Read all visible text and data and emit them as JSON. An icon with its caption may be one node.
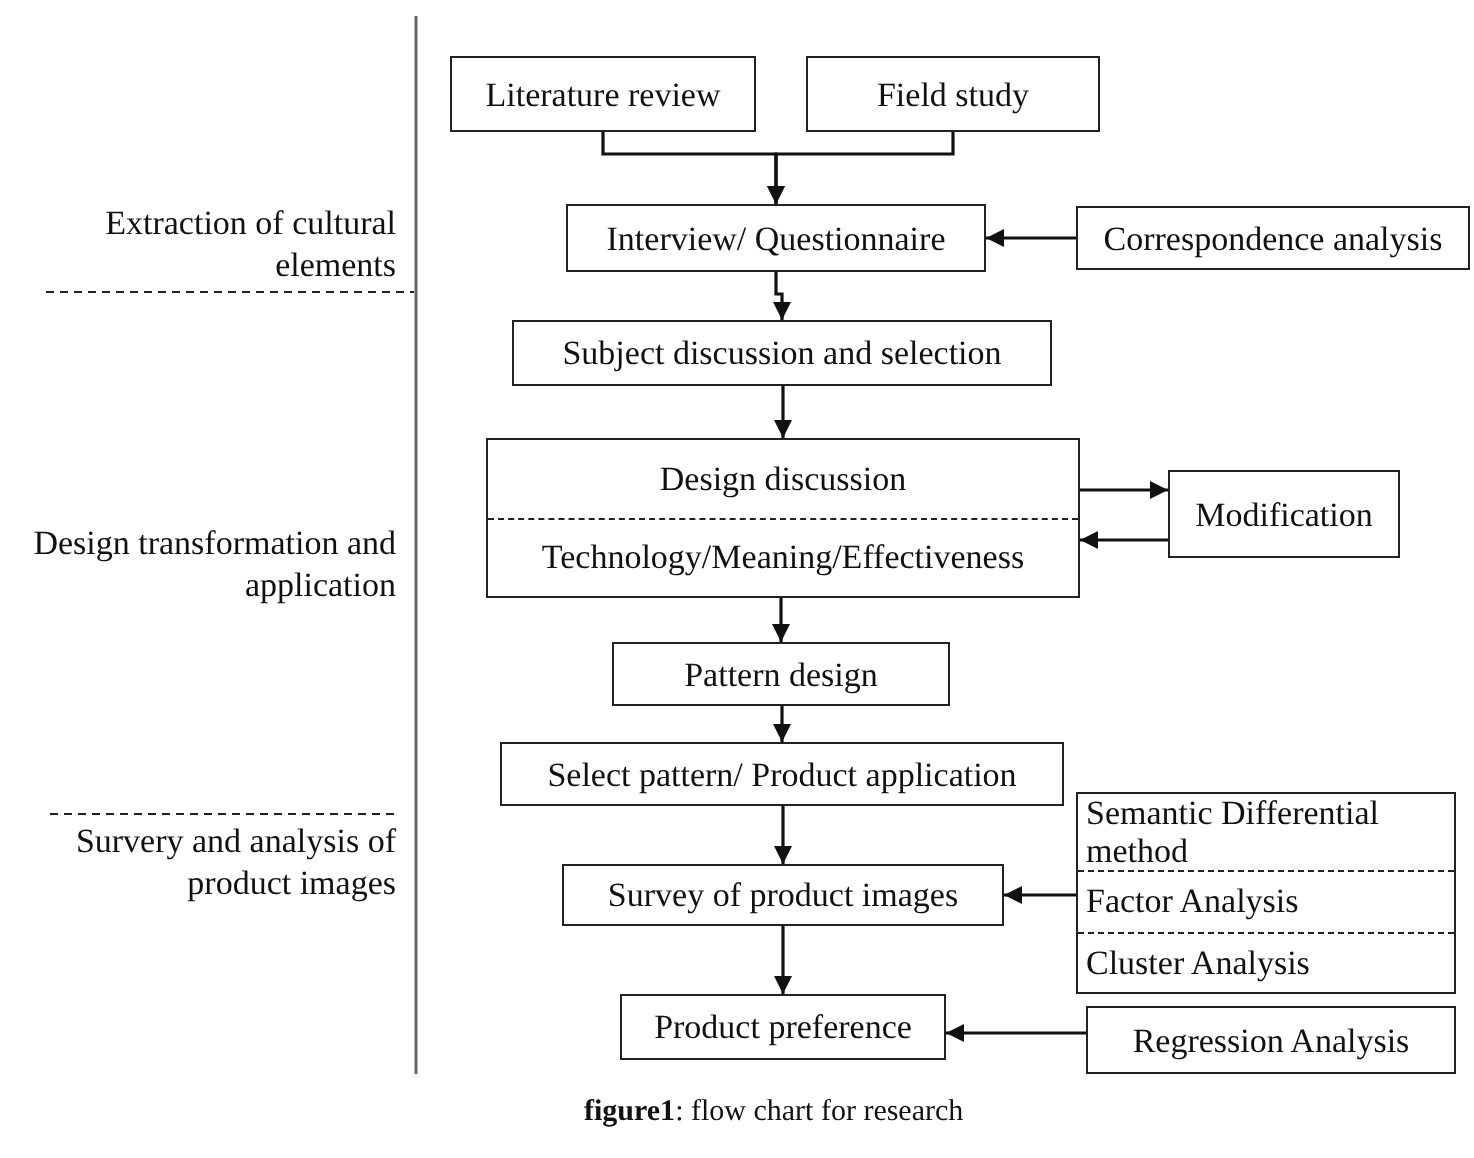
{
  "diagram": {
    "caption": "**figure1**: flow chart for research",
    "nodes": [
      {
        "text": [
          "Literature review"
        ]
      },
      {
        "text": [
          "Field study"
        ]
      },
      {
        "text": [
          "Interview/ Questionnaire"
        ]
      },
      {
        "text": [
          "Correspondence analysis"
        ]
      },
      {
        "text": [
          "Subject discussion and selection"
        ]
      },
      {
        "text": [
          "Design discussion",
          "Technology/Meaning/Effectiveness"
        ]
      },
      {
        "text": [
          "Modification"
        ]
      },
      {
        "text": [
          "Pattern design"
        ]
      },
      {
        "text": [
          "Select pattern/ Product application"
        ]
      },
      {
        "text": [
          "Survey of product images"
        ]
      },
      {
        "text": [
          "Semantic Differential method",
          "Factor Analysis",
          "Cluster Analysis"
        ]
      },
      {
        "text": [
          "Product preference"
        ]
      },
      {
        "text": [
          "Regression Analysis"
        ]
      }
    ],
    "edges": [
      {
        "from": 0,
        "to": 2,
        "arrow": "to"
      },
      {
        "from": 1,
        "to": 2,
        "arrow": "to"
      },
      {
        "from": 3,
        "to": 2,
        "arrow": "to"
      },
      {
        "from": 2,
        "to": 4,
        "arrow": "to"
      },
      {
        "from": 4,
        "to": 5,
        "arrow": "to"
      },
      {
        "from": 5,
        "to": 6,
        "arrow": "to"
      },
      {
        "from": 6,
        "to": 5,
        "arrow": "to"
      },
      {
        "from": 5,
        "to": 7,
        "arrow": "to"
      },
      {
        "from": 7,
        "to": 8,
        "arrow": "to"
      },
      {
        "from": 8,
        "to": 9,
        "arrow": "to"
      },
      {
        "from": 10,
        "to": 9,
        "arrow": "to"
      },
      {
        "from": 9,
        "to": 11,
        "arrow": "to"
      },
      {
        "from": 12,
        "to": 11,
        "arrow": "to"
      }
    ],
    "labels": [
      "Extraction of cultural elements",
      "Design transformation and application",
      "Survery and analysis of product images"
    ]
  }
}
